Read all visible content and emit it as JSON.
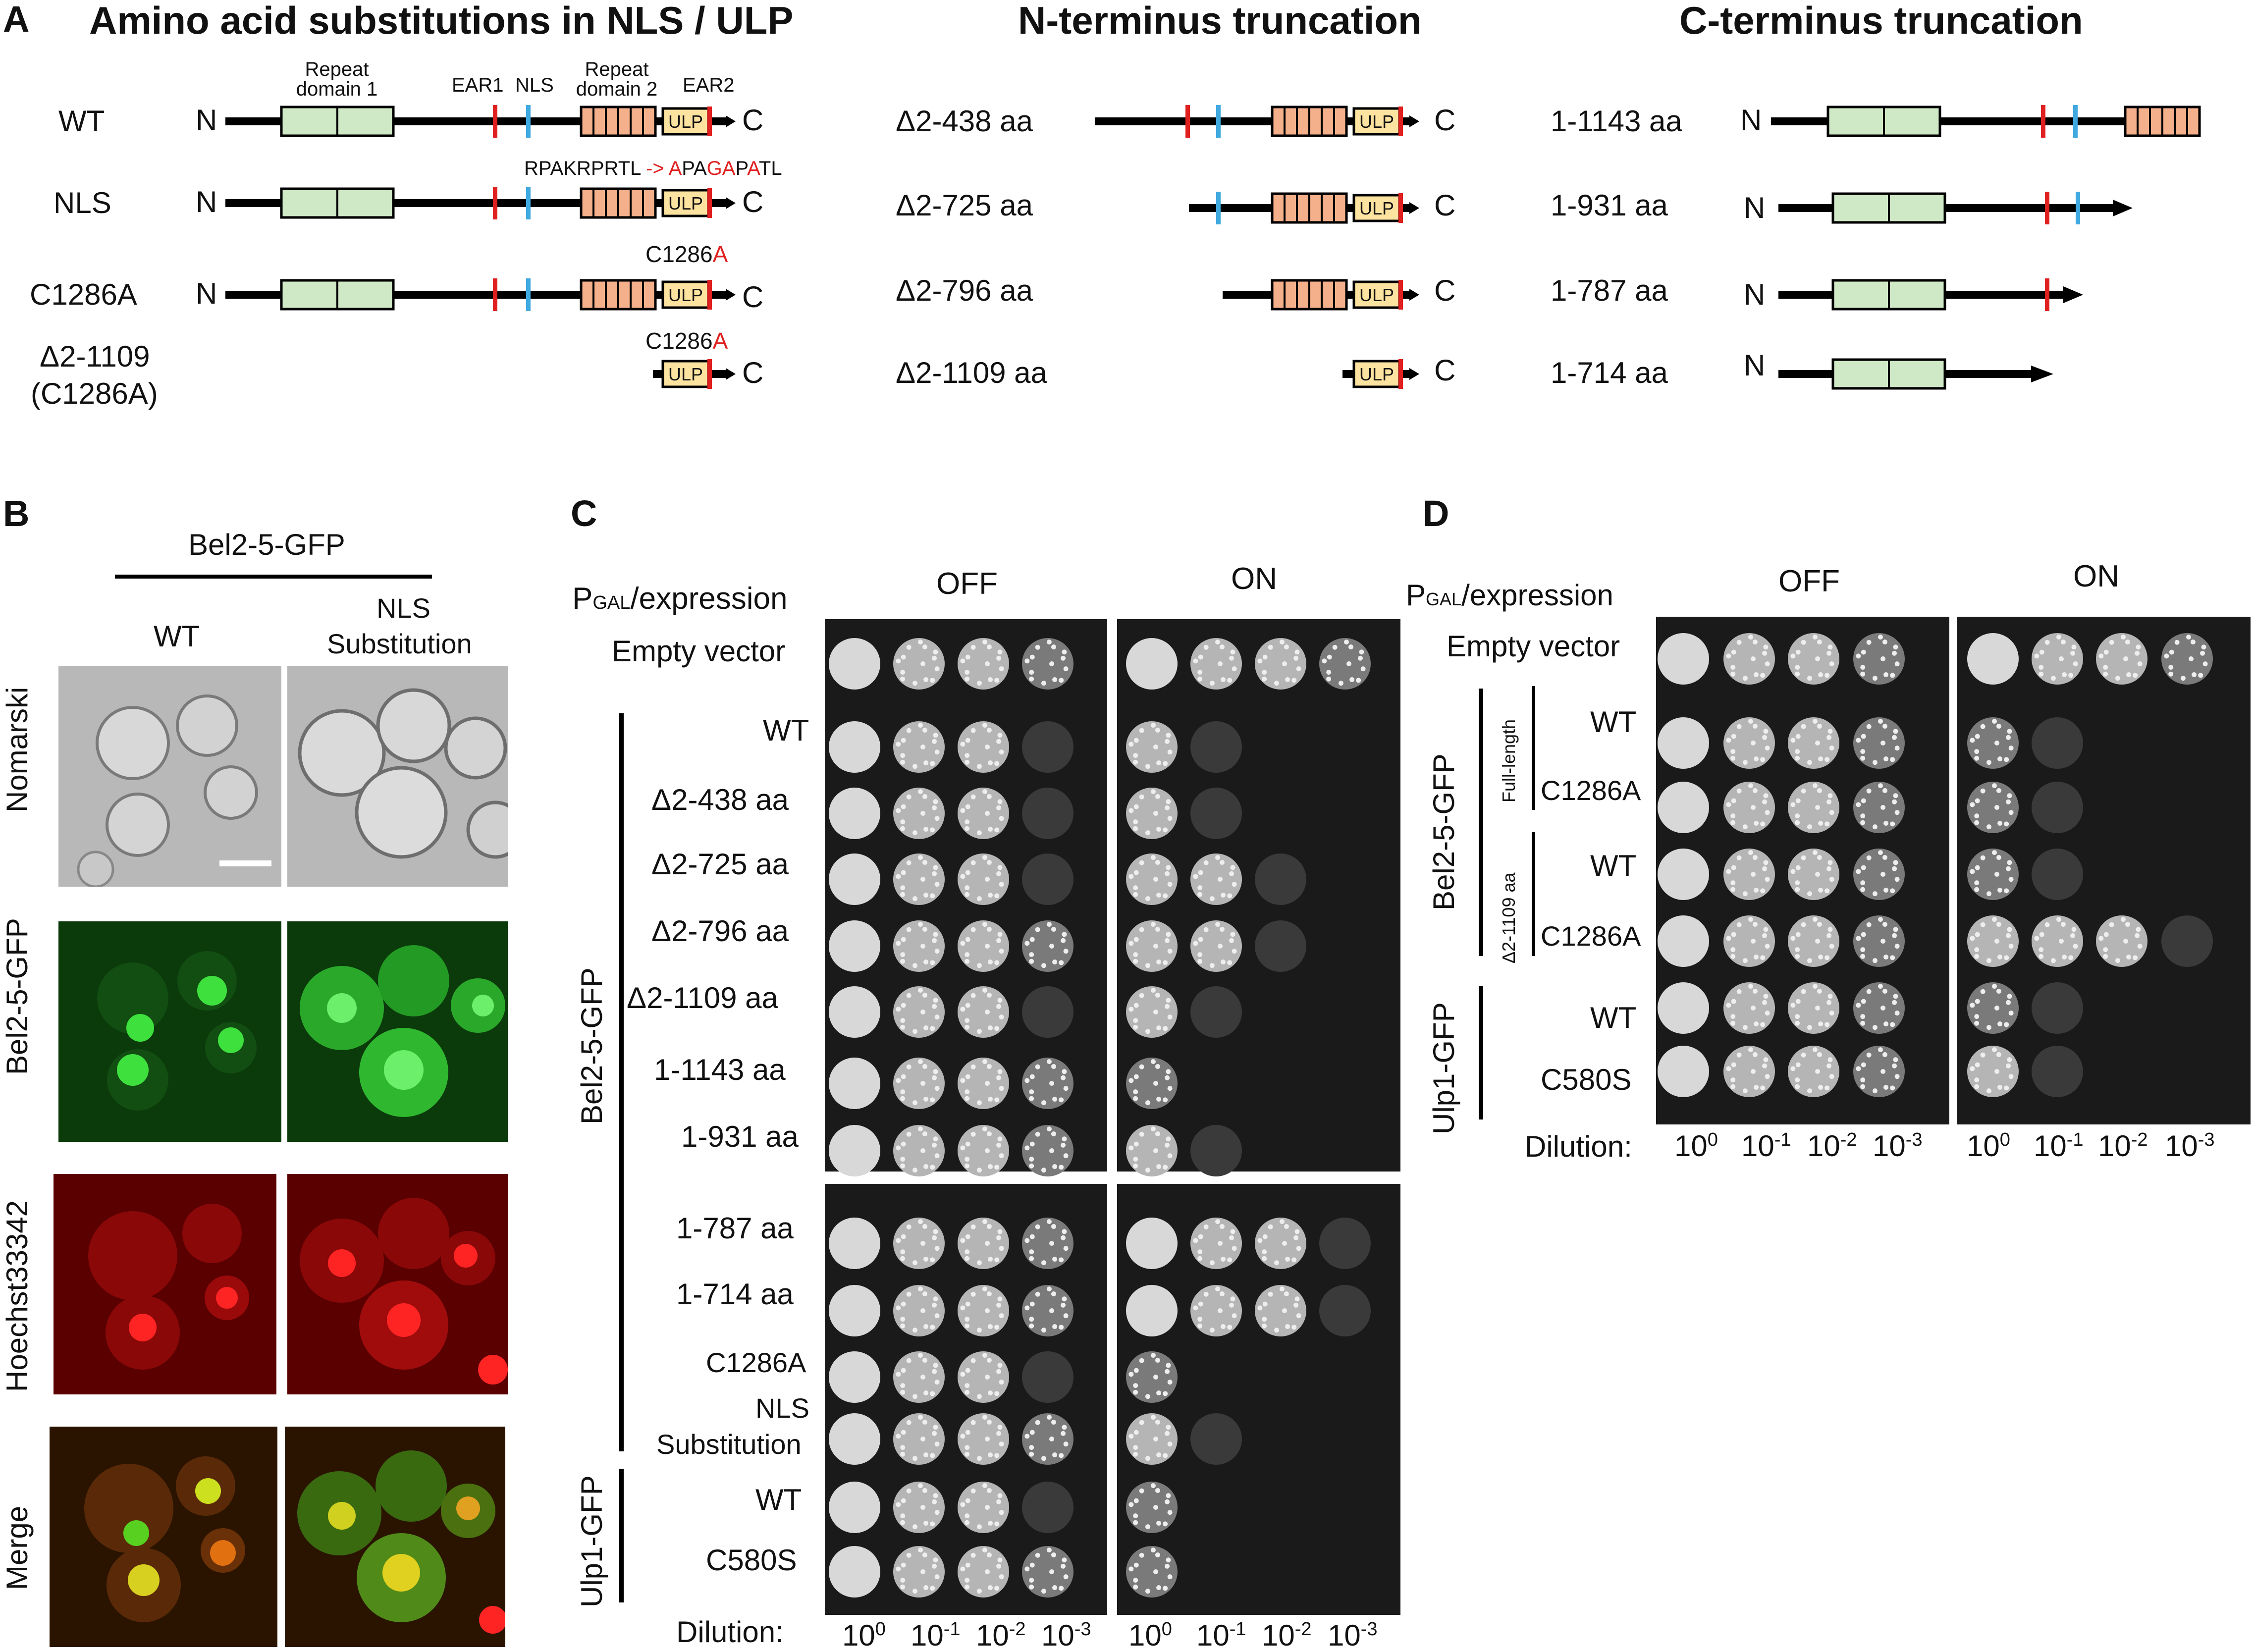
{
  "panels": {
    "a": "A",
    "b": "B",
    "c": "C",
    "d": "D"
  },
  "a": {
    "titles": [
      "Amino acid substitutions in NLS / ULP",
      "N-terminus truncation",
      "C-terminus truncation"
    ],
    "domain_labels": {
      "repeat1": [
        "Repeat",
        "domain 1"
      ],
      "repeat2": [
        "Repeat",
        "domain 2"
      ],
      "ear1": "EAR1",
      "nls": "NLS",
      "ear2": "EAR2",
      "ulp": "ULP",
      "n": "N",
      "c": "C"
    },
    "subst_rows": [
      "WT",
      "NLS",
      "C1286A",
      "Δ2-1109",
      "(C1286A)"
    ],
    "nls_mut": {
      "orig": "RPAKRPRTL",
      "arrow": " -> ",
      "p1": "A",
      "p2": "PA",
      "p3": "GA",
      "p4": "P",
      "p5": "A",
      "p6": "TL"
    },
    "c1286a": {
      "c": "C1286",
      "a": "A"
    },
    "nterm_rows": [
      "Δ2-438 aa",
      "Δ2-725 aa",
      "Δ2-796 aa",
      "Δ2-1109 aa"
    ],
    "cterm_rows": [
      "1-1143 aa",
      "1-931 aa",
      "1-787 aa",
      "1-714 aa"
    ]
  },
  "b": {
    "construct": "Bel2-5-GFP",
    "cols": [
      "WT",
      "NLS",
      "Substitution"
    ],
    "rows": [
      "Nomarski",
      "Bel2-5-GFP",
      "Hoechst33342",
      "Merge"
    ]
  },
  "c": {
    "pgal": {
      "p": "P",
      "sub": "GAL",
      "rest": "/expression"
    },
    "off": "OFF",
    "on": "ON",
    "rows": [
      "Empty vector",
      "WT",
      "Δ2-438 aa",
      "Δ2-725 aa",
      "Δ2-796 aa",
      "Δ2-1109 aa",
      "1-1143 aa",
      "1-931 aa",
      "1-787 aa",
      "1-714 aa",
      "C1286A",
      "NLS",
      "Substitution",
      "WT",
      "C580S"
    ],
    "groups": [
      "Bel2-5-GFP",
      "Ulp1-GFP"
    ],
    "dilution": "Dilution:",
    "exp": [
      "0",
      "-1",
      "-2",
      "-3"
    ],
    "base": "10"
  },
  "d": {
    "pgal": {
      "p": "P",
      "sub": "GAL",
      "rest": "/expression"
    },
    "off": "OFF",
    "on": "ON",
    "rows": [
      "Empty vector",
      "WT",
      "C1286A",
      "WT",
      "C1286A",
      "WT",
      "C580S"
    ],
    "subgroups": [
      "Full-length",
      "Δ2-1109 aa"
    ],
    "groups": [
      "Bel2-5-GFP",
      "Ulp1-GFP"
    ],
    "dilution": "Dilution:",
    "exp": [
      "0",
      "-1",
      "-2",
      "-3"
    ],
    "base": "10"
  },
  "colors": {
    "repeat1": "#cfe8c6",
    "repeat2": "#f4b08a",
    "ulp": "#fde3a0",
    "ear": "#e02020",
    "nls": "#3fa9e0",
    "mut": "#e02020"
  }
}
